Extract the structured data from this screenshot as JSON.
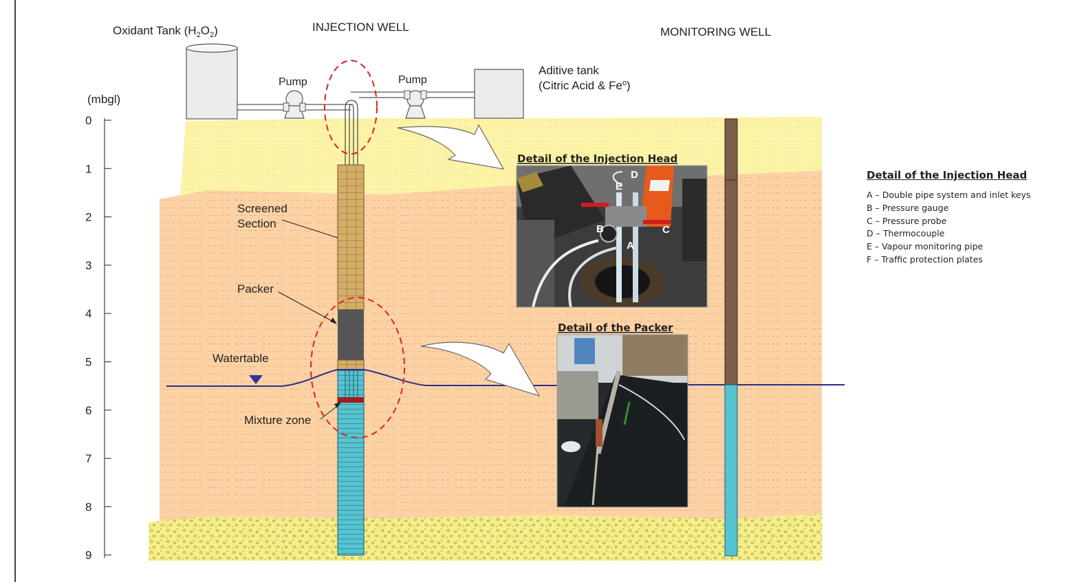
{
  "titles": {
    "oxidant_tank_prefix": "Oxidant Tank (H",
    "oxidant_tank_sub1": "2",
    "oxidant_tank_mid": "O",
    "oxidant_tank_sub2": "2",
    "oxidant_tank_suffix": ")",
    "injection_well": "INJECTION WELL",
    "monitoring_well": "MONITORING WELL",
    "additive_tank_line1": "Aditive tank",
    "additive_tank_line2_prefix": "(Citric Acid & Fe",
    "additive_tank_line2_sup": "o",
    "additive_tank_line2_suffix": ")",
    "pump_left": "Pump",
    "pump_right": "Pump"
  },
  "depth_axis": {
    "unit": "(mbgl)",
    "ticks": [
      "0",
      "1",
      "2",
      "3",
      "4",
      "5",
      "6",
      "7",
      "8",
      "9"
    ]
  },
  "labels": {
    "screened_line1": "Screened",
    "screened_line2": "Section",
    "packer": "Packer",
    "watertable": "Watertable",
    "mixture_zone": "Mixture zone"
  },
  "photo_captions": {
    "injection_head": "Detail of the Injection Head",
    "packer": "Detail of the Packer"
  },
  "photo_markers": [
    "A",
    "B",
    "C",
    "D",
    "E"
  ],
  "legend": {
    "title": "Detail of the Injection Head",
    "items": [
      "A – Double pipe system and inlet keys",
      "B – Pressure gauge",
      "C – Pressure probe",
      "D – Thermocouple",
      "E – Vapour monitoring pipe",
      "F – Traffic protection plates"
    ]
  },
  "colors": {
    "topsoil": "#fbf3a5",
    "clay_layer": "#fcd2a4",
    "gravel_layer": "#f6ee86",
    "screen": "#d6ad67",
    "packer": "#555555",
    "water_column": "#56c3d0",
    "mixture_band": "#a61b1b",
    "watertable_line": "#2e2a8e",
    "highlight_dash": "#e02020",
    "monitoring_casing": "#7b5d4c"
  }
}
